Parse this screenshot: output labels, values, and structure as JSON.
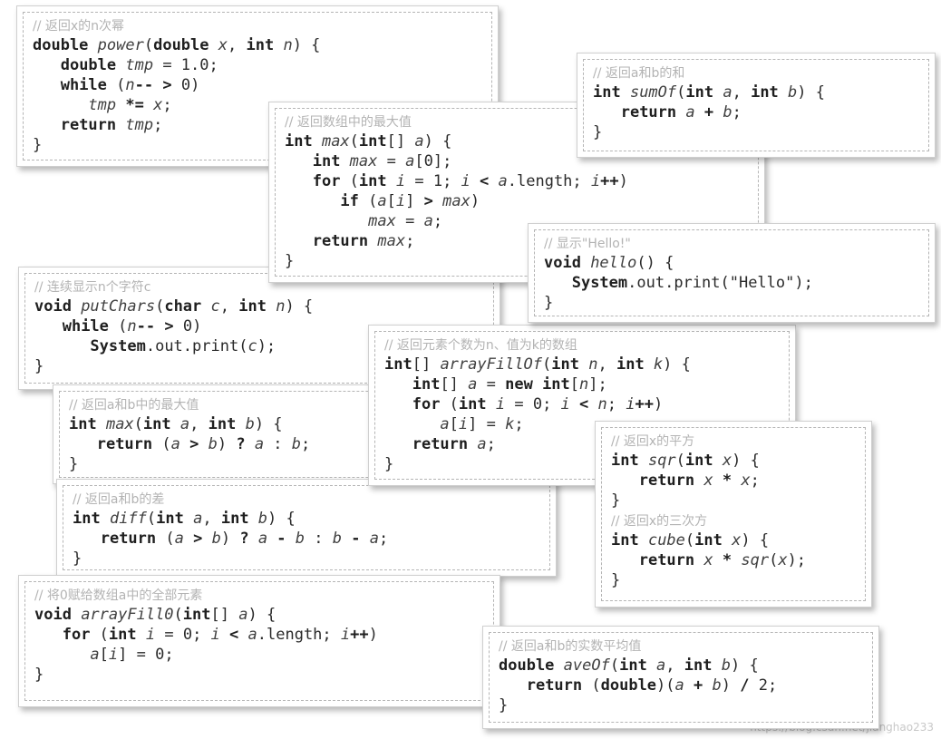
{
  "cards": [
    {
      "id": "power",
      "comment": "// 返回x的n次幂",
      "lines": [
        [
          [
            "kw",
            "double "
          ],
          [
            "it",
            "power"
          ],
          [
            "pl",
            "("
          ],
          [
            "kw",
            "double "
          ],
          [
            "it",
            "x"
          ],
          [
            "pl",
            ", "
          ],
          [
            "kw",
            "int "
          ],
          [
            "it",
            "n"
          ],
          [
            "pl",
            ") {"
          ]
        ],
        [
          [
            "pl",
            "   "
          ],
          [
            "kw",
            "double "
          ],
          [
            "it",
            "tmp"
          ],
          [
            "pl",
            " = 1.0;"
          ]
        ],
        [
          [
            "pl",
            "   "
          ],
          [
            "kw",
            "while "
          ],
          [
            "pl",
            "("
          ],
          [
            "it",
            "n"
          ],
          [
            "kw",
            "-- > "
          ],
          [
            "pl",
            "0)"
          ]
        ],
        [
          [
            "pl",
            "      "
          ],
          [
            "it",
            "tmp"
          ],
          [
            "kw",
            " *= "
          ],
          [
            "it",
            "x"
          ],
          [
            "pl",
            ";"
          ]
        ],
        [
          [
            "pl",
            "   "
          ],
          [
            "kw",
            "return "
          ],
          [
            "it",
            "tmp"
          ],
          [
            "pl",
            ";"
          ]
        ],
        [
          [
            "pl",
            "}"
          ]
        ]
      ]
    },
    {
      "id": "putchars",
      "comment": "// 连续显示n个字符c",
      "lines": [
        [
          [
            "kw",
            "void "
          ],
          [
            "it",
            "putChars"
          ],
          [
            "pl",
            "("
          ],
          [
            "kw",
            "char "
          ],
          [
            "it",
            "c"
          ],
          [
            "pl",
            ", "
          ],
          [
            "kw",
            "int "
          ],
          [
            "it",
            "n"
          ],
          [
            "pl",
            ") {"
          ]
        ],
        [
          [
            "pl",
            "   "
          ],
          [
            "kw",
            "while "
          ],
          [
            "pl",
            "("
          ],
          [
            "it",
            "n"
          ],
          [
            "kw",
            "-- > "
          ],
          [
            "pl",
            "0)"
          ]
        ],
        [
          [
            "pl",
            "      "
          ],
          [
            "kw",
            "System"
          ],
          [
            "pl",
            ".out.print("
          ],
          [
            "it",
            "c"
          ],
          [
            "pl",
            ");"
          ]
        ],
        [
          [
            "pl",
            "}"
          ]
        ]
      ]
    },
    {
      "id": "max2",
      "comment": "// 返回a和b中的最大值",
      "lines": [
        [
          [
            "kw",
            "int "
          ],
          [
            "it",
            "max"
          ],
          [
            "pl",
            "("
          ],
          [
            "kw",
            "int "
          ],
          [
            "it",
            "a"
          ],
          [
            "pl",
            ", "
          ],
          [
            "kw",
            "int "
          ],
          [
            "it",
            "b"
          ],
          [
            "pl",
            ") {"
          ]
        ],
        [
          [
            "pl",
            "   "
          ],
          [
            "kw",
            "return "
          ],
          [
            "pl",
            "("
          ],
          [
            "it",
            "a"
          ],
          [
            "kw",
            " > "
          ],
          [
            "it",
            "b"
          ],
          [
            "pl",
            ") "
          ],
          [
            "kw",
            "? "
          ],
          [
            "it",
            "a"
          ],
          [
            "pl",
            " : "
          ],
          [
            "it",
            "b"
          ],
          [
            "pl",
            ";"
          ]
        ],
        [
          [
            "pl",
            "}"
          ]
        ]
      ]
    },
    {
      "id": "diff",
      "comment": "// 返回a和b的差",
      "lines": [
        [
          [
            "kw",
            "int "
          ],
          [
            "it",
            "diff"
          ],
          [
            "pl",
            "("
          ],
          [
            "kw",
            "int "
          ],
          [
            "it",
            "a"
          ],
          [
            "pl",
            ", "
          ],
          [
            "kw",
            "int "
          ],
          [
            "it",
            "b"
          ],
          [
            "pl",
            ") {"
          ]
        ],
        [
          [
            "pl",
            "   "
          ],
          [
            "kw",
            "return "
          ],
          [
            "pl",
            "("
          ],
          [
            "it",
            "a"
          ],
          [
            "kw",
            " > "
          ],
          [
            "it",
            "b"
          ],
          [
            "pl",
            ") "
          ],
          [
            "kw",
            "? "
          ],
          [
            "it",
            "a"
          ],
          [
            "kw",
            " - "
          ],
          [
            "it",
            "b"
          ],
          [
            "pl",
            " : "
          ],
          [
            "it",
            "b"
          ],
          [
            "kw",
            " - "
          ],
          [
            "it",
            "a"
          ],
          [
            "pl",
            ";"
          ]
        ],
        [
          [
            "pl",
            "}"
          ]
        ]
      ]
    },
    {
      "id": "fill0",
      "comment": "// 将0赋给数组a中的全部元素",
      "lines": [
        [
          [
            "kw",
            "void "
          ],
          [
            "it",
            "arrayFill0"
          ],
          [
            "pl",
            "("
          ],
          [
            "kw",
            "int"
          ],
          [
            "pl",
            "[] "
          ],
          [
            "it",
            "a"
          ],
          [
            "pl",
            ") {"
          ]
        ],
        [
          [
            "pl",
            "   "
          ],
          [
            "kw",
            "for "
          ],
          [
            "pl",
            "("
          ],
          [
            "kw",
            "int "
          ],
          [
            "it",
            "i"
          ],
          [
            "pl",
            " = 0; "
          ],
          [
            "it",
            "i"
          ],
          [
            "kw",
            " < "
          ],
          [
            "it",
            "a"
          ],
          [
            "pl",
            ".length; "
          ],
          [
            "it",
            "i"
          ],
          [
            "kw",
            "++"
          ],
          [
            "pl",
            ")"
          ]
        ],
        [
          [
            "pl",
            "      "
          ],
          [
            "it",
            "a"
          ],
          [
            "pl",
            "["
          ],
          [
            "it",
            "i"
          ],
          [
            "pl",
            "] = 0;"
          ]
        ],
        [
          [
            "pl",
            "}"
          ]
        ]
      ]
    },
    {
      "id": "maxarr",
      "comment": "// 返回数组中的最大值",
      "lines": [
        [
          [
            "kw",
            "int "
          ],
          [
            "it",
            "max"
          ],
          [
            "pl",
            "("
          ],
          [
            "kw",
            "int"
          ],
          [
            "pl",
            "[] "
          ],
          [
            "it",
            "a"
          ],
          [
            "pl",
            ") {"
          ]
        ],
        [
          [
            "pl",
            "   "
          ],
          [
            "kw",
            "int "
          ],
          [
            "it",
            "max"
          ],
          [
            "pl",
            " = "
          ],
          [
            "it",
            "a"
          ],
          [
            "pl",
            "[0];"
          ]
        ],
        [
          [
            "pl",
            "   "
          ],
          [
            "kw",
            "for "
          ],
          [
            "pl",
            "("
          ],
          [
            "kw",
            "int "
          ],
          [
            "it",
            "i"
          ],
          [
            "pl",
            " = 1; "
          ],
          [
            "it",
            "i"
          ],
          [
            "kw",
            " < "
          ],
          [
            "it",
            "a"
          ],
          [
            "pl",
            ".length; "
          ],
          [
            "it",
            "i"
          ],
          [
            "kw",
            "++"
          ],
          [
            "pl",
            ")"
          ]
        ],
        [
          [
            "pl",
            "      "
          ],
          [
            "kw",
            "if "
          ],
          [
            "pl",
            "("
          ],
          [
            "it",
            "a"
          ],
          [
            "pl",
            "["
          ],
          [
            "it",
            "i"
          ],
          [
            "pl",
            "] "
          ],
          [
            "kw",
            "> "
          ],
          [
            "it",
            "max"
          ],
          [
            "pl",
            ")"
          ]
        ],
        [
          [
            "pl",
            "         "
          ],
          [
            "it",
            "max"
          ],
          [
            "pl",
            " = "
          ],
          [
            "it",
            "a"
          ],
          [
            "pl",
            ";"
          ]
        ],
        [
          [
            "pl",
            "   "
          ],
          [
            "kw",
            "return "
          ],
          [
            "it",
            "max"
          ],
          [
            "pl",
            ";"
          ]
        ],
        [
          [
            "pl",
            "}"
          ]
        ]
      ]
    },
    {
      "id": "filloff",
      "comment": "// 返回元素个数为n、值为k的数组",
      "lines": [
        [
          [
            "kw",
            "int"
          ],
          [
            "pl",
            "[] "
          ],
          [
            "it",
            "arrayFillOf"
          ],
          [
            "pl",
            "("
          ],
          [
            "kw",
            "int "
          ],
          [
            "it",
            "n"
          ],
          [
            "pl",
            ", "
          ],
          [
            "kw",
            "int "
          ],
          [
            "it",
            "k"
          ],
          [
            "pl",
            ") {"
          ]
        ],
        [
          [
            "pl",
            "   "
          ],
          [
            "kw",
            "int"
          ],
          [
            "pl",
            "[] "
          ],
          [
            "it",
            "a"
          ],
          [
            "pl",
            " = "
          ],
          [
            "kw",
            "new int"
          ],
          [
            "pl",
            "["
          ],
          [
            "it",
            "n"
          ],
          [
            "pl",
            "];"
          ]
        ],
        [
          [
            "pl",
            "   "
          ],
          [
            "kw",
            "for "
          ],
          [
            "pl",
            "("
          ],
          [
            "kw",
            "int "
          ],
          [
            "it",
            "i"
          ],
          [
            "pl",
            " = 0; "
          ],
          [
            "it",
            "i"
          ],
          [
            "kw",
            " < "
          ],
          [
            "it",
            "n"
          ],
          [
            "pl",
            "; "
          ],
          [
            "it",
            "i"
          ],
          [
            "kw",
            "++"
          ],
          [
            "pl",
            ")"
          ]
        ],
        [
          [
            "pl",
            "      "
          ],
          [
            "it",
            "a"
          ],
          [
            "pl",
            "["
          ],
          [
            "it",
            "i"
          ],
          [
            "pl",
            "] = "
          ],
          [
            "it",
            "k"
          ],
          [
            "pl",
            ";"
          ]
        ],
        [
          [
            "pl",
            "   "
          ],
          [
            "kw",
            "return "
          ],
          [
            "it",
            "a"
          ],
          [
            "pl",
            ";"
          ]
        ],
        [
          [
            "pl",
            "}"
          ]
        ]
      ]
    },
    {
      "id": "sumof",
      "comment": "// 返回a和b的和",
      "lines": [
        [
          [
            "kw",
            "int "
          ],
          [
            "it",
            "sumOf"
          ],
          [
            "pl",
            "("
          ],
          [
            "kw",
            "int "
          ],
          [
            "it",
            "a"
          ],
          [
            "pl",
            ", "
          ],
          [
            "kw",
            "int "
          ],
          [
            "it",
            "b"
          ],
          [
            "pl",
            ") {"
          ]
        ],
        [
          [
            "pl",
            "   "
          ],
          [
            "kw",
            "return "
          ],
          [
            "it",
            "a"
          ],
          [
            "kw",
            " + "
          ],
          [
            "it",
            "b"
          ],
          [
            "pl",
            ";"
          ]
        ],
        [
          [
            "pl",
            "}"
          ]
        ]
      ]
    },
    {
      "id": "hello",
      "comment": "// 显示\"Hello!\"",
      "lines": [
        [
          [
            "kw",
            "void "
          ],
          [
            "it",
            "hello"
          ],
          [
            "pl",
            "() {"
          ]
        ],
        [
          [
            "pl",
            "   "
          ],
          [
            "kw",
            "System"
          ],
          [
            "pl",
            ".out.print(\"Hello\");"
          ]
        ],
        [
          [
            "pl",
            "}"
          ]
        ]
      ]
    },
    {
      "id": "sqrcube",
      "comment": "// 返回x的平方",
      "lines": [
        [
          [
            "kw",
            "int "
          ],
          [
            "it",
            "sqr"
          ],
          [
            "pl",
            "("
          ],
          [
            "kw",
            "int "
          ],
          [
            "it",
            "x"
          ],
          [
            "pl",
            ") {"
          ]
        ],
        [
          [
            "pl",
            "   "
          ],
          [
            "kw",
            "return "
          ],
          [
            "it",
            "x"
          ],
          [
            "kw",
            " * "
          ],
          [
            "it",
            "x"
          ],
          [
            "pl",
            ";"
          ]
        ],
        [
          [
            "pl",
            "}"
          ]
        ],
        [
          [
            "cmt",
            "// 返回x的三次方"
          ]
        ],
        [
          [
            "kw",
            "int "
          ],
          [
            "it",
            "cube"
          ],
          [
            "pl",
            "("
          ],
          [
            "kw",
            "int "
          ],
          [
            "it",
            "x"
          ],
          [
            "pl",
            ") {"
          ]
        ],
        [
          [
            "pl",
            "   "
          ],
          [
            "kw",
            "return "
          ],
          [
            "it",
            "x"
          ],
          [
            "kw",
            " * "
          ],
          [
            "it",
            "sqr"
          ],
          [
            "pl",
            "("
          ],
          [
            "it",
            "x"
          ],
          [
            "pl",
            ");"
          ]
        ],
        [
          [
            "pl",
            "}"
          ]
        ]
      ]
    },
    {
      "id": "aveof",
      "comment": "// 返回a和b的实数平均值",
      "lines": [
        [
          [
            "kw",
            "double "
          ],
          [
            "it",
            "aveOf"
          ],
          [
            "pl",
            "("
          ],
          [
            "kw",
            "int "
          ],
          [
            "it",
            "a"
          ],
          [
            "pl",
            ", "
          ],
          [
            "kw",
            "int "
          ],
          [
            "it",
            "b"
          ],
          [
            "pl",
            ") {"
          ]
        ],
        [
          [
            "pl",
            "   "
          ],
          [
            "kw",
            "return "
          ],
          [
            "pl",
            "("
          ],
          [
            "kw",
            "double"
          ],
          [
            "pl",
            ")("
          ],
          [
            "it",
            "a"
          ],
          [
            "kw",
            " + "
          ],
          [
            "it",
            "b"
          ],
          [
            "pl",
            ") "
          ],
          [
            "kw",
            "/ "
          ],
          [
            "pl",
            "2;"
          ]
        ],
        [
          [
            "pl",
            "}"
          ]
        ]
      ]
    }
  ],
  "watermark": "https://blog.csdn.net/jianghao233"
}
